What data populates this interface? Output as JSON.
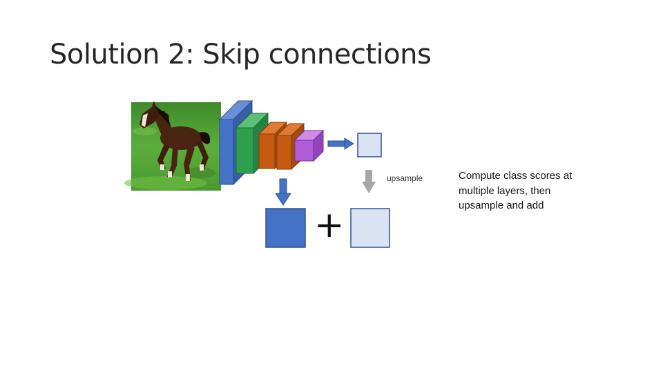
{
  "slide": {
    "title": "Solution 2: Skip connections",
    "upsample_label": "upsample",
    "plus_symbol": "+",
    "note_text": "Compute class scores at multiple layers, then upsample and add"
  },
  "colors": {
    "blue_layer": "#4472c4",
    "green_layer": "#2e9e4f",
    "orange_layer": "#c55a11",
    "purple_layer": "#b05cd6",
    "light_score": "#dae3f3",
    "arrow_blue": "#4472c4",
    "arrow_gray": "#a6a6a6",
    "grass": "#4f9f34",
    "horse": "#4a2412"
  },
  "icons": {
    "input_image": "horse-photo",
    "down_arrows": "down-arrow-icon",
    "right_arrow": "right-arrow-icon"
  }
}
